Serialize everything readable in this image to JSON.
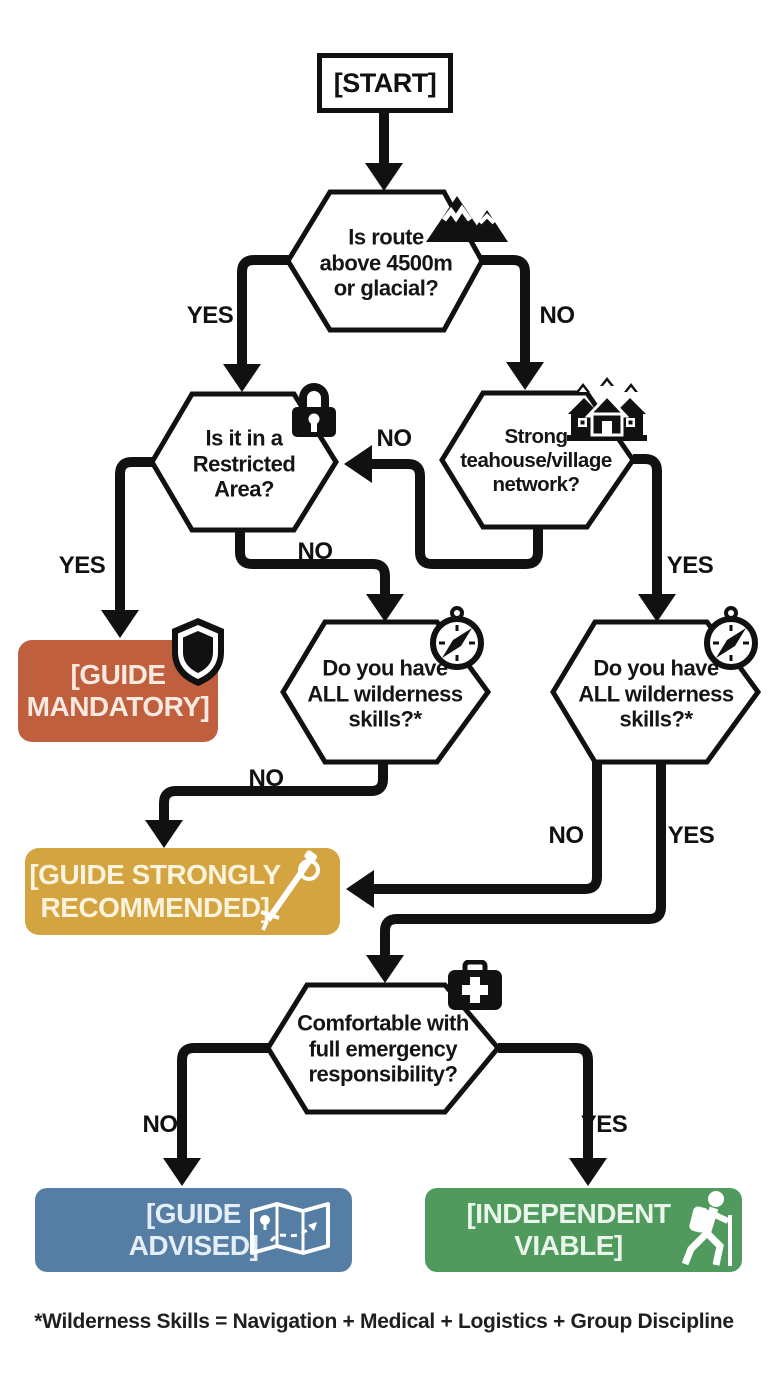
{
  "flowchart": {
    "start_label": "[START]",
    "questions": {
      "altitude": "Is route\nabove 4500m\nor glacial?",
      "restricted": "Is it in a\nRestricted\nArea?",
      "teahouse": "Strong\nteahouse/village\nnetwork?",
      "skills_left": "Do you have\nALL wilderness\nskills?*",
      "skills_right": "Do you have\nALL wilderness\nskills?*",
      "emergency": "Comfortable with\nfull emergency\nresponsibility?"
    },
    "question_icons": {
      "altitude": "mountains-icon",
      "restricted": "padlock-icon",
      "teahouse": "village-icon",
      "skills_left": "compass-icon",
      "skills_right": "compass-icon",
      "emergency": "first-aid-kit-icon"
    },
    "outcomes": {
      "guide_mandatory": {
        "label": "[GUIDE\nMANDATORY]",
        "bg": "#bf5f3e",
        "text_color": "#f8e9e0",
        "icon": "shield-icon"
      },
      "guide_strongly_recommended": {
        "label": "[GUIDE STRONGLY\nRECOMMENDED]",
        "bg": "#d3a440",
        "text_color": "#fbf3dd",
        "icon": "trekking-pole-icon"
      },
      "guide_advised": {
        "label": "[GUIDE\nADVISED]",
        "bg": "#567da3",
        "text_color": "#e4eef6",
        "icon": "map-icon"
      },
      "independent_viable": {
        "label": "[INDEPENDENT\nVIABLE]",
        "bg": "#4f9a5c",
        "text_color": "#e9f5ea",
        "icon": "hiker-icon"
      }
    },
    "edge_labels": {
      "altitude_yes": "YES",
      "altitude_no": "NO",
      "teahouse_no": "NO",
      "teahouse_yes": "YES",
      "restricted_yes": "YES",
      "restricted_no": "NO",
      "skills_left_no": "NO",
      "skills_right_no": "NO",
      "skills_right_yes": "YES",
      "emergency_no": "NO",
      "emergency_yes": "YES"
    },
    "footnote": "*Wilderness Skills = Navigation + Medical + Logistics + Group Discipline",
    "line_color": "#111111"
  }
}
